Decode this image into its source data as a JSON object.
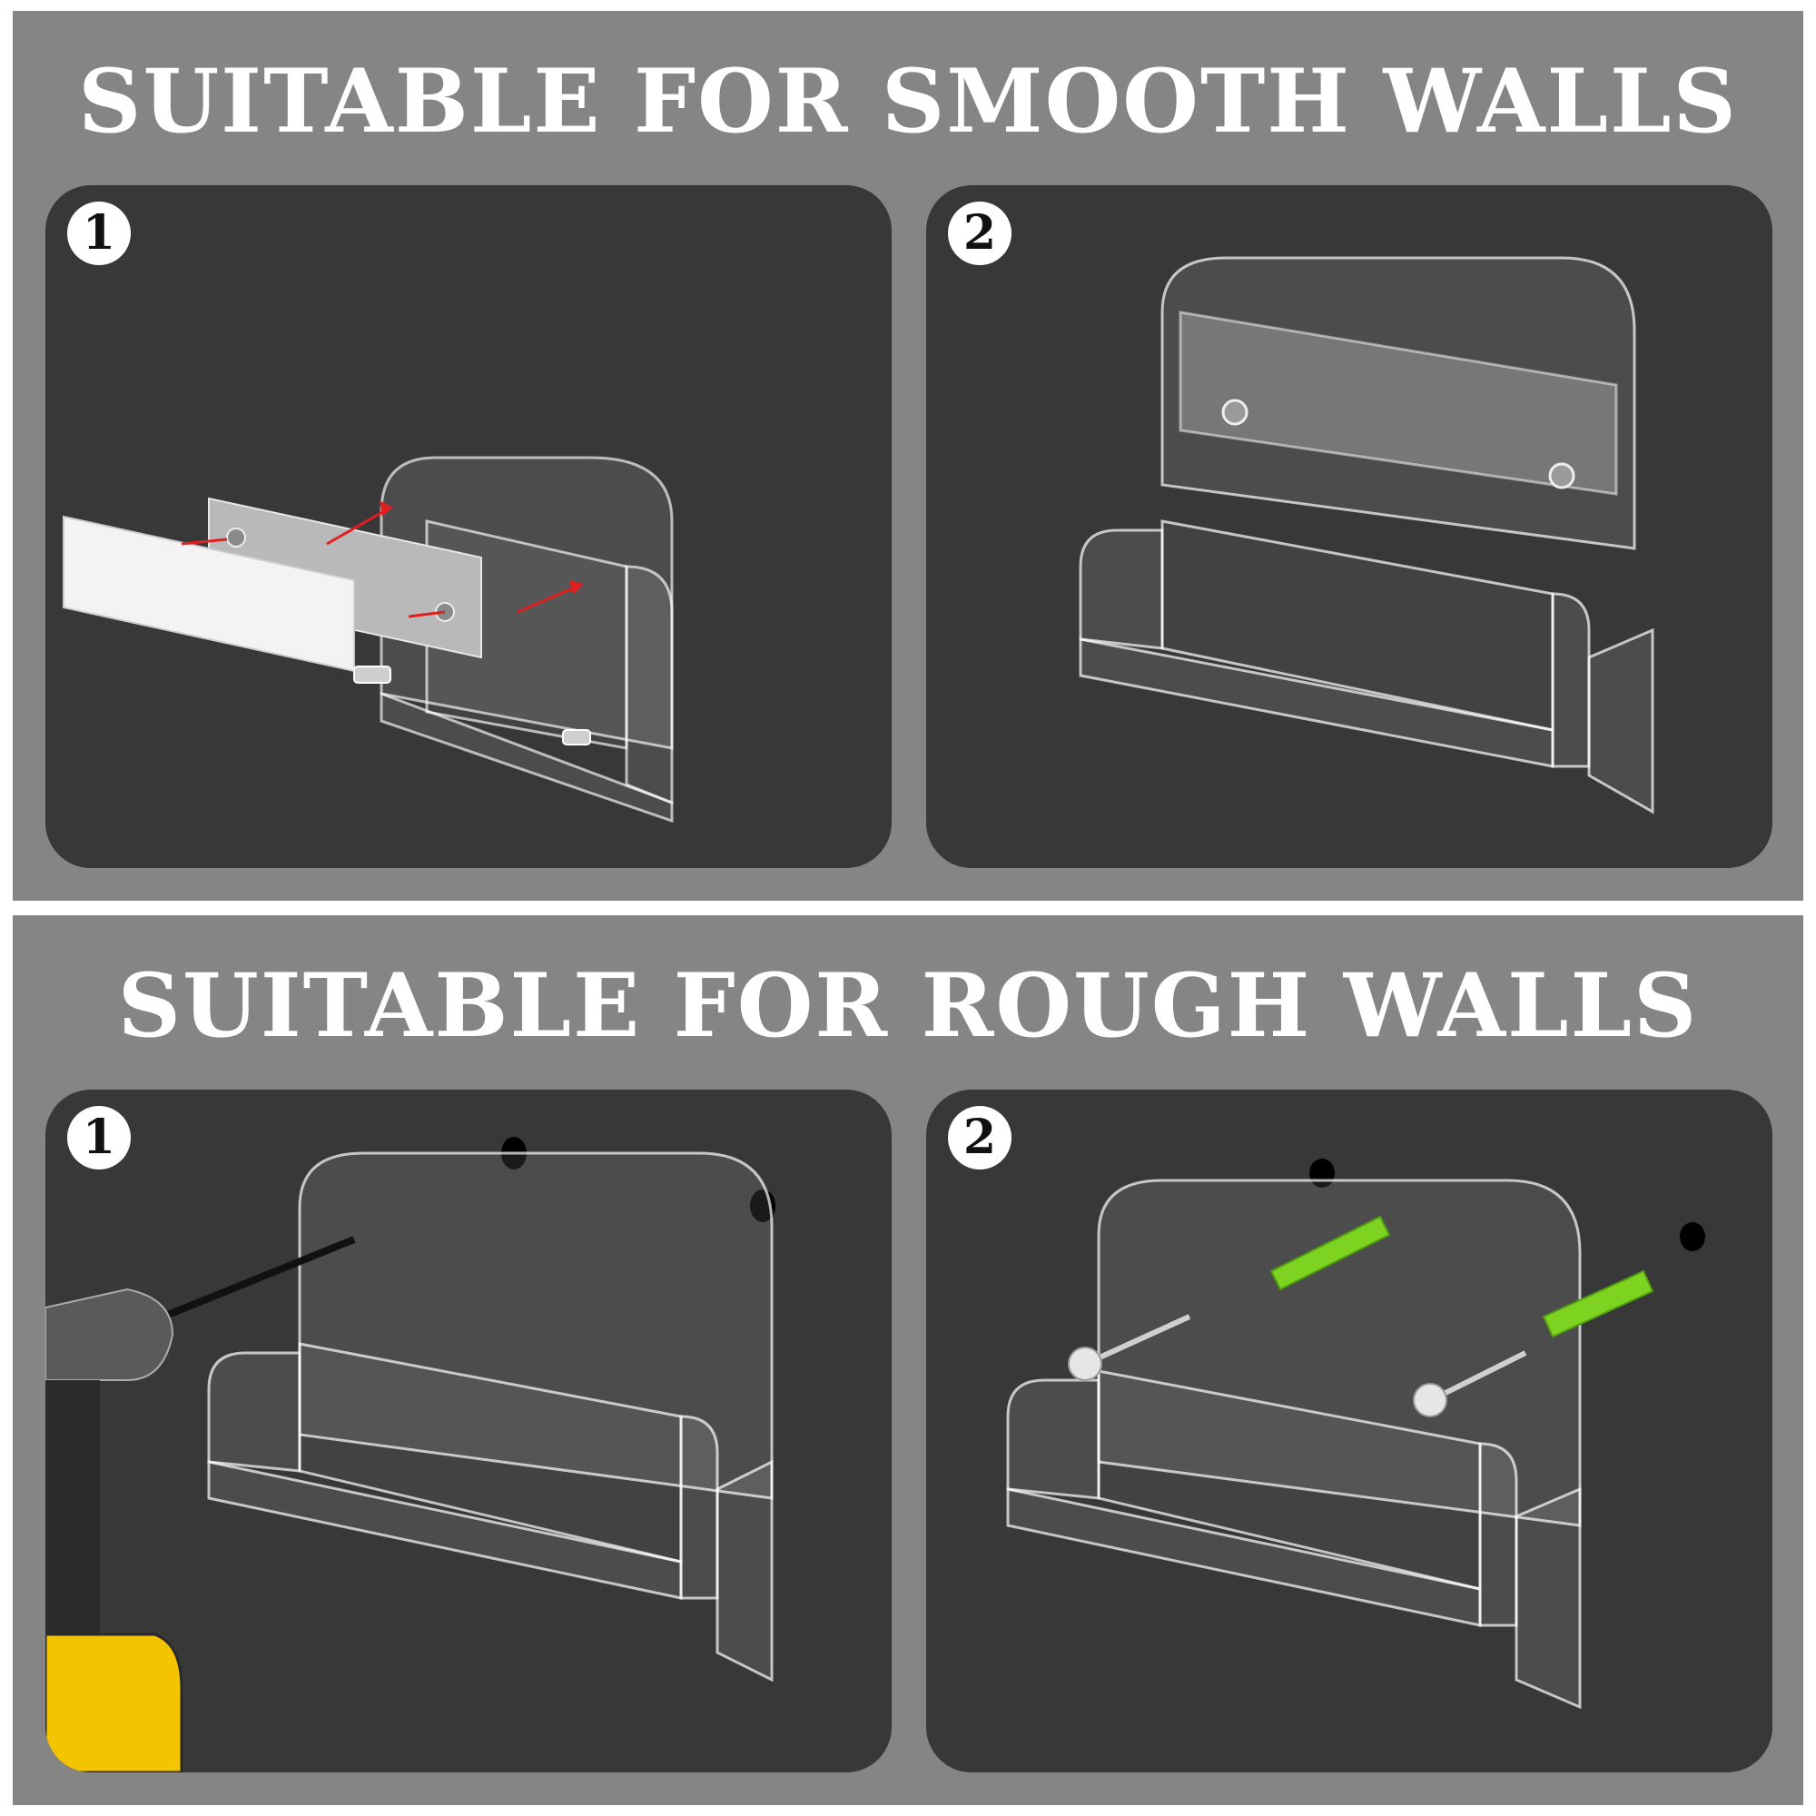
{
  "sections": [
    {
      "heading": "SUITABLE FOR SMOOTH WALLS",
      "steps": [
        {
          "number": "1"
        },
        {
          "number": "2"
        }
      ]
    },
    {
      "heading": "SUITABLE FOR ROUGH WALLS",
      "steps": [
        {
          "number": "1"
        },
        {
          "number": "2"
        }
      ]
    }
  ],
  "colors": {
    "section_bg": "#858585",
    "panel_bg": "#383838",
    "heading_text": "#ffffff",
    "arrow": "#e02020",
    "anchor_plug": "#7ed321",
    "drill_yellow": "#f5c400"
  },
  "icons": [
    "adhesive-strip-icon",
    "metal-plate-icon",
    "red-arrow-icon",
    "acrylic-holder-icon",
    "drill-icon",
    "screw-icon",
    "wall-anchor-icon",
    "drill-hole-icon"
  ]
}
